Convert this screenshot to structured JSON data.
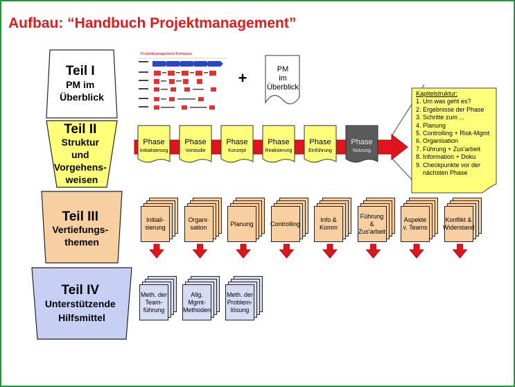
{
  "title": "Aufbau:  “Handbuch Projektmanagement”",
  "teile": [
    {
      "text": "Teil I\nPM im\nÜberblick",
      "fill": "#ffffff"
    },
    {
      "text": "Teil II\nStruktur\nund\nVorgehens-\nweisen",
      "fill": "#ffff7a"
    },
    {
      "text": "Teil III\nVertiefungs-\nthemen",
      "fill": "#f7cfa0"
    },
    {
      "text": "Teil IV\nUnterstützende\nHilfsmittel",
      "fill": "#c8cff4"
    }
  ],
  "kompass": {
    "title": "Projektmanagement-Kompass"
  },
  "plus": "+",
  "pm_overview": "PM\nim\nÜberblick",
  "phases": [
    {
      "name": "Phase",
      "sub": "Initialisierung"
    },
    {
      "name": "Phase",
      "sub": "Vorstudie"
    },
    {
      "name": "Phase",
      "sub": "Konzept"
    },
    {
      "name": "Phase",
      "sub": "Realisierung"
    },
    {
      "name": "Phase",
      "sub": "Einführung"
    },
    {
      "name": "Phase",
      "sub": "Nutzung"
    }
  ],
  "kapitel": {
    "heading": "Kapitelstruktur:",
    "items": [
      "1. Um was geht es?",
      "2. Ergebnisse der Phase",
      "3. Schritte zum ...",
      "4. Planung",
      "5. Controlling + Risk-Mgmt",
      "6. Organisation",
      "7. Führung + Zus'arbeit",
      "8. Information + Doku",
      "9. Checkpunkte vor der",
      "    nächsten Phase"
    ]
  },
  "vertiefung": [
    "Initiali-\nsierung",
    "Organi-\nsation",
    "Planung",
    "Controlling",
    "Info &\nKomm",
    "Führung &\nZus'arbeit",
    "Aspekte\nv. Teams",
    "Konflikt &\nWiderstand"
  ],
  "hilfsmittel": [
    "Meth. der\nTeam-\nführung",
    "Allg.\nMgmt-\nMethoden",
    "Meth. der\nProblem-\nlösung"
  ],
  "colors": {
    "title": "#e41a1a",
    "frame": "#1a9a3a",
    "arrow": "#e0141c",
    "phase": "#ffff7a",
    "phase_active": "#5a5a5a",
    "vertiefung": "#f7cfa0",
    "hilfsmittel": "#d6dcf4"
  }
}
